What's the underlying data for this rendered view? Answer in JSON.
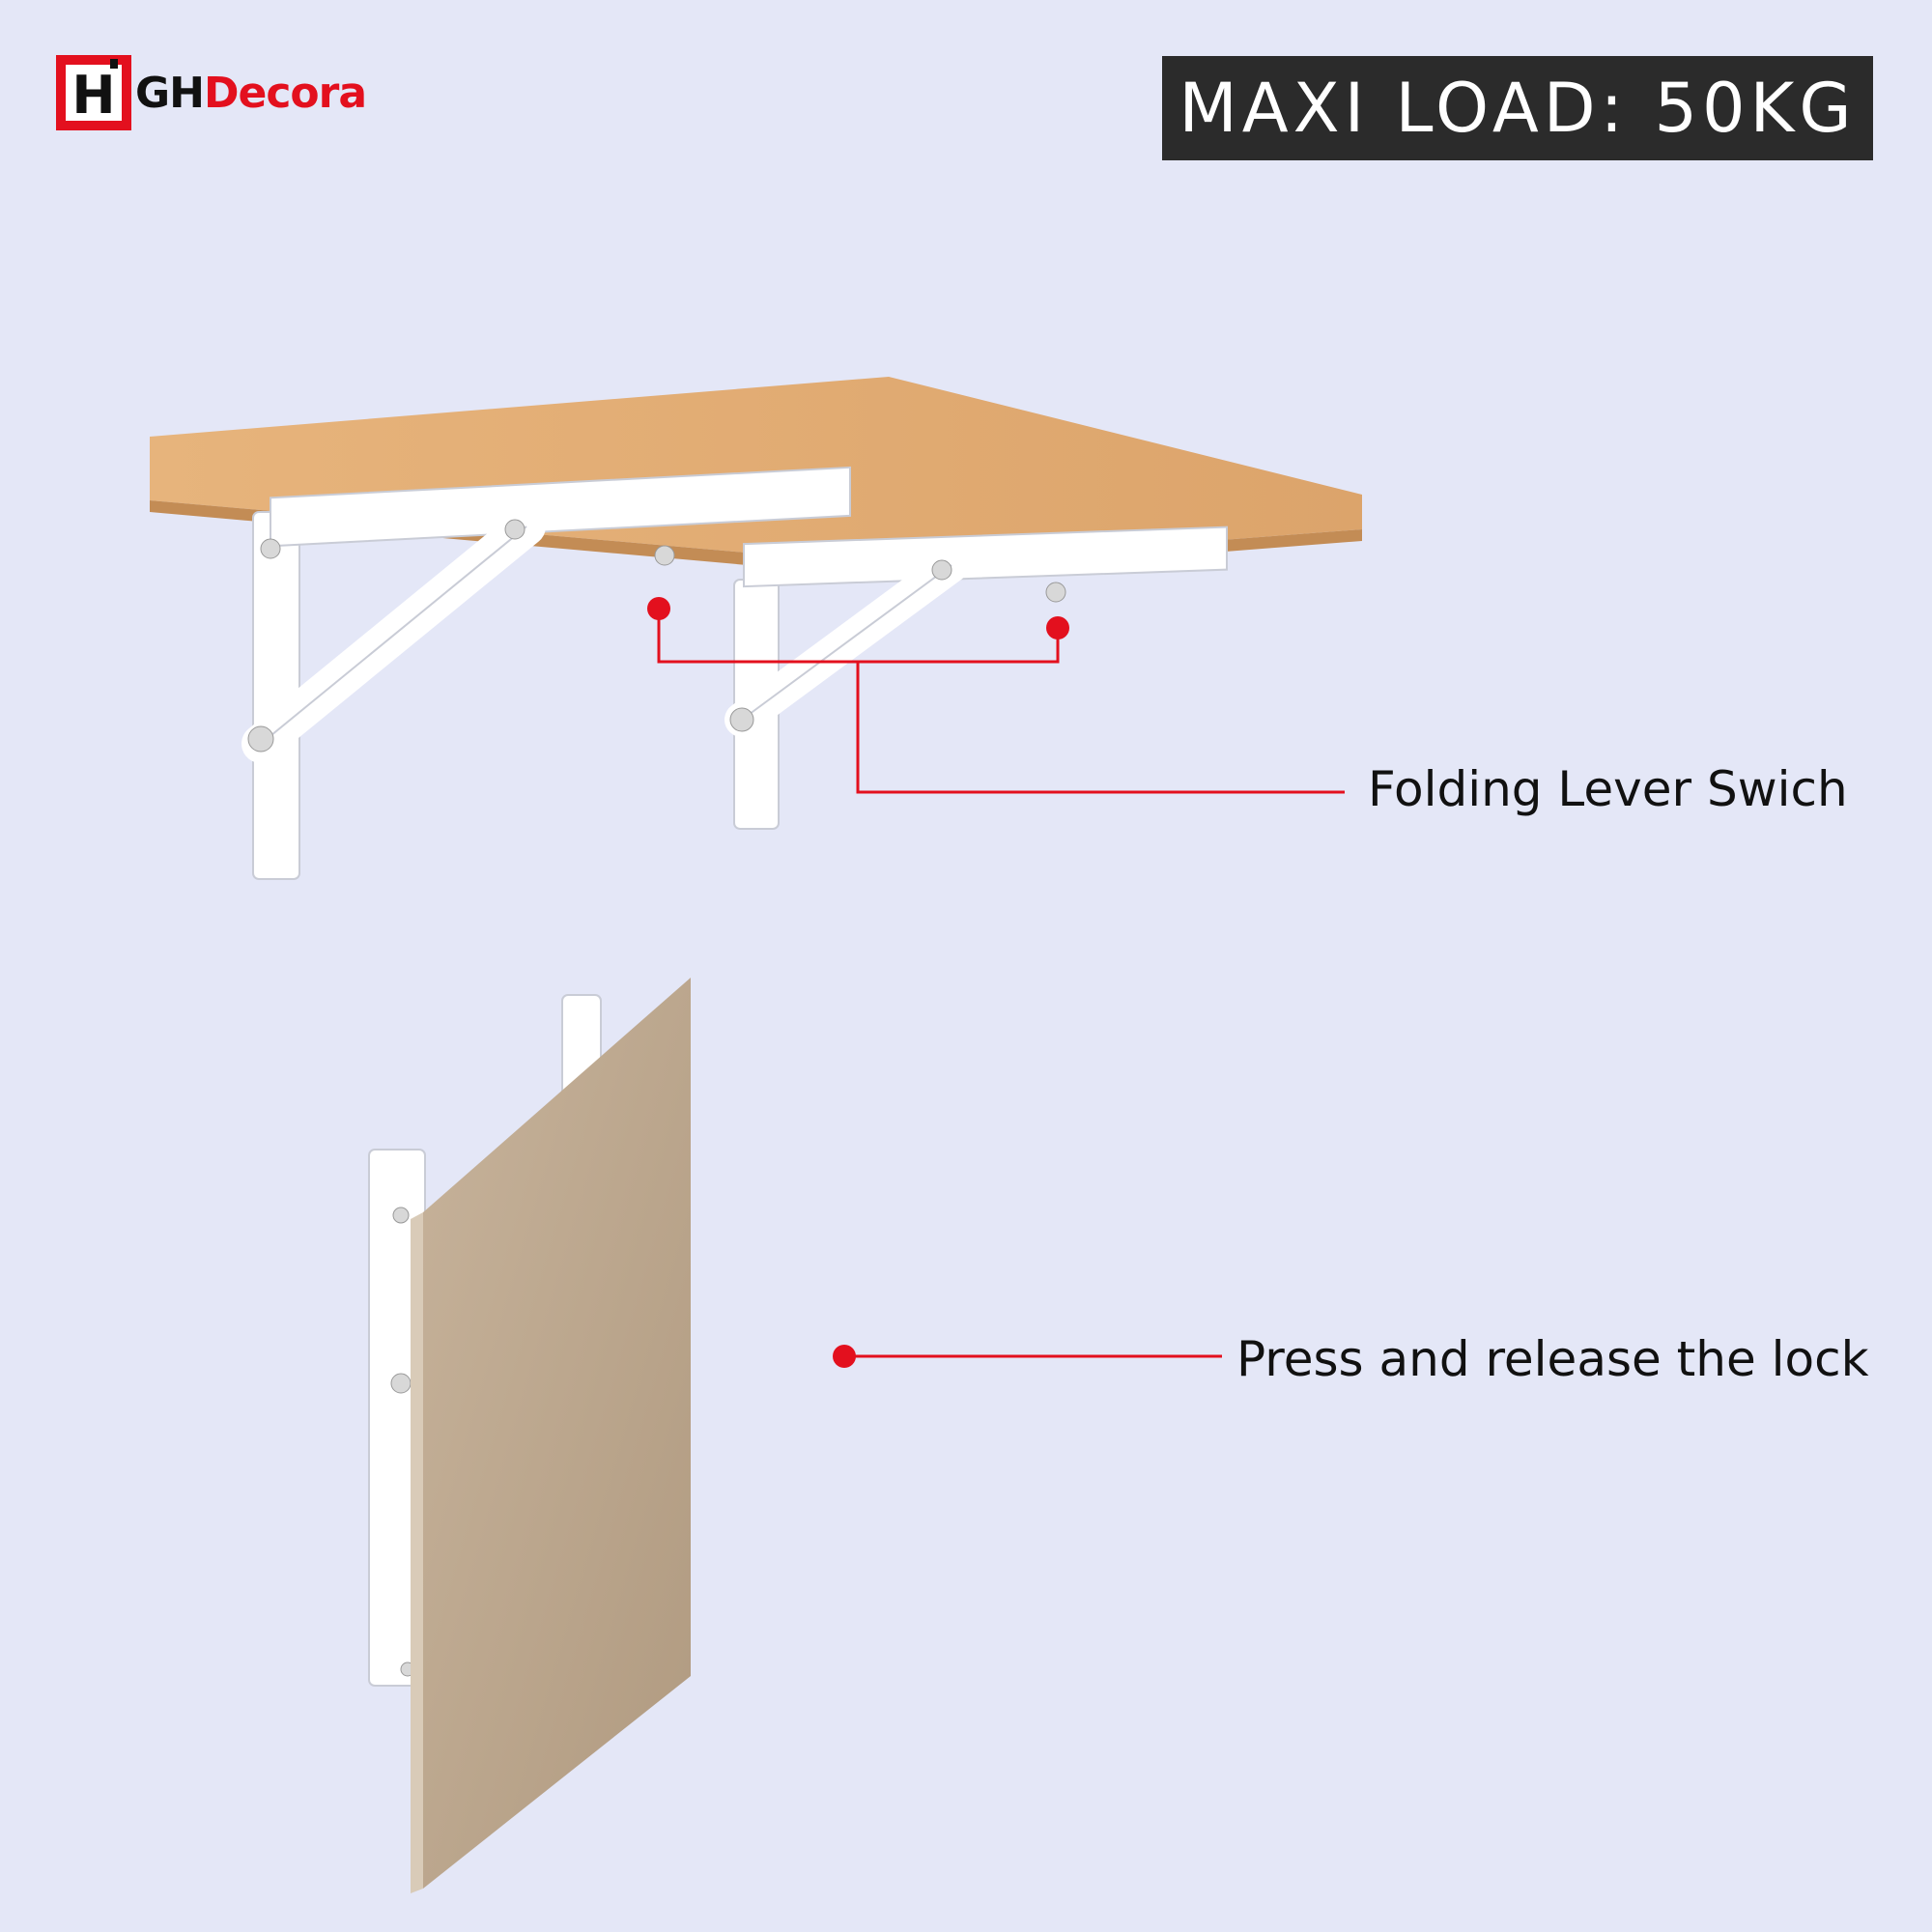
{
  "brand": {
    "logo_letter": "H",
    "name_part1": "GH",
    "name_part2": "Decora",
    "accent_color": "#e3101e"
  },
  "badge": {
    "text": "MAXI LOAD: 50KG"
  },
  "callouts": {
    "lever": "Folding Lever Swich",
    "lock": "Press and release the lock"
  },
  "illustrations": {
    "top": "open-shelf-with-folding-brackets",
    "bottom": "folded-shelf-against-wall"
  }
}
